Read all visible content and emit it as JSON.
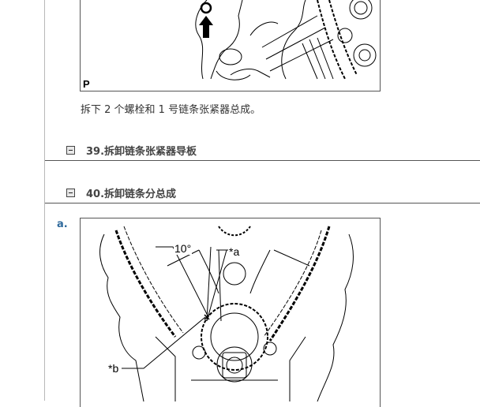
{
  "figure_top": {
    "label": "P"
  },
  "step_text": "拆下 2 个螺栓和 1 号链条张紧器总成。",
  "sections": [
    {
      "title": "39.拆卸链条张紧器导板"
    },
    {
      "title": "40.拆卸链条分总成"
    }
  ],
  "substep": {
    "label": "a."
  },
  "figure_bottom": {
    "callouts": {
      "angle": "10°",
      "a": "*a",
      "b": "*b"
    }
  }
}
